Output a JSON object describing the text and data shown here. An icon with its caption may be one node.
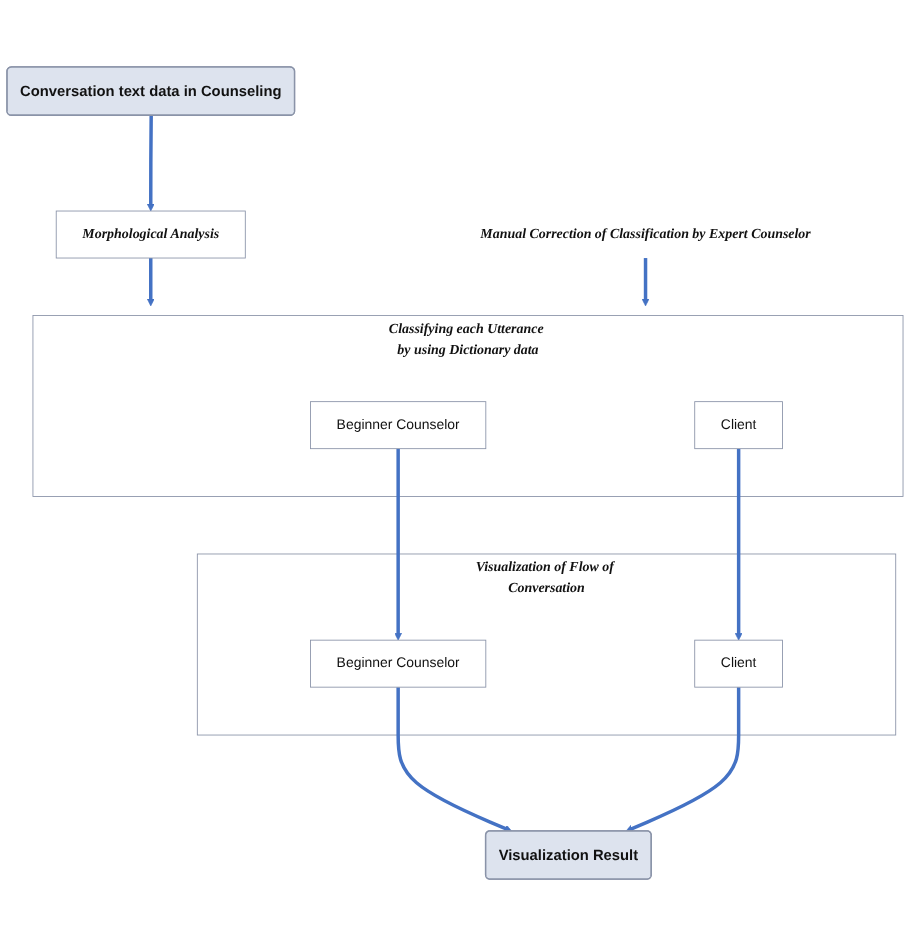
{
  "diagram": {
    "nodes": [
      {
        "text": [
          "Conversation text data in Counseling"
        ]
      },
      {
        "text": [
          "Morphological Analysis"
        ]
      },
      {
        "text": [
          "Classifying each Utterance by using Dictionary data"
        ]
      },
      {
        "text": [
          "Beginner Counselor"
        ],
        "in": 2
      },
      {
        "text": [
          "Client"
        ],
        "in": 2
      },
      {
        "text": [
          "Manual Correction of Classification by Expert Counselor"
        ]
      },
      {
        "text": [
          "Visualization of Flow of Conversation"
        ]
      },
      {
        "text": [
          "Beginner Counselor"
        ],
        "in": 6
      },
      {
        "text": [
          "Client"
        ],
        "in": 6
      },
      {
        "text": [
          "Visualization Result"
        ]
      }
    ],
    "edges": [
      {
        "from": 0,
        "to": 1,
        "arrow": "to"
      },
      {
        "from": 1,
        "to": 2,
        "arrow": "to"
      },
      {
        "from": 5,
        "to": 2,
        "arrow": "to"
      },
      {
        "from": 3,
        "to": 7,
        "arrow": "to"
      },
      {
        "from": 4,
        "to": 8,
        "arrow": "to"
      },
      {
        "from": 7,
        "to": 9,
        "arrow": "to"
      },
      {
        "from": 8,
        "to": 9,
        "arrow": "to"
      }
    ]
  }
}
